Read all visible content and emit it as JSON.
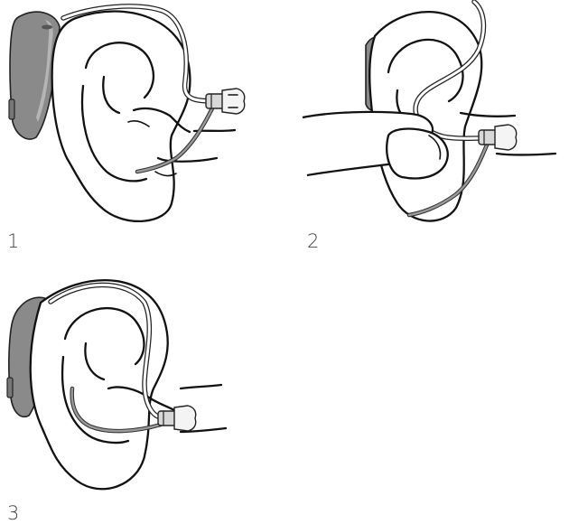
{
  "steps": [
    {
      "number": "1",
      "icon": "hearing-aid-behind-ear-icon"
    },
    {
      "number": "2",
      "icon": "finger-pushing-receiver-icon"
    },
    {
      "number": "3",
      "icon": "hearing-aid-fitted-icon"
    }
  ],
  "colors": {
    "line": "#111111",
    "device": "#8a8a8a",
    "retention_wire": "#9a9a9a",
    "step_number": "#444444"
  }
}
